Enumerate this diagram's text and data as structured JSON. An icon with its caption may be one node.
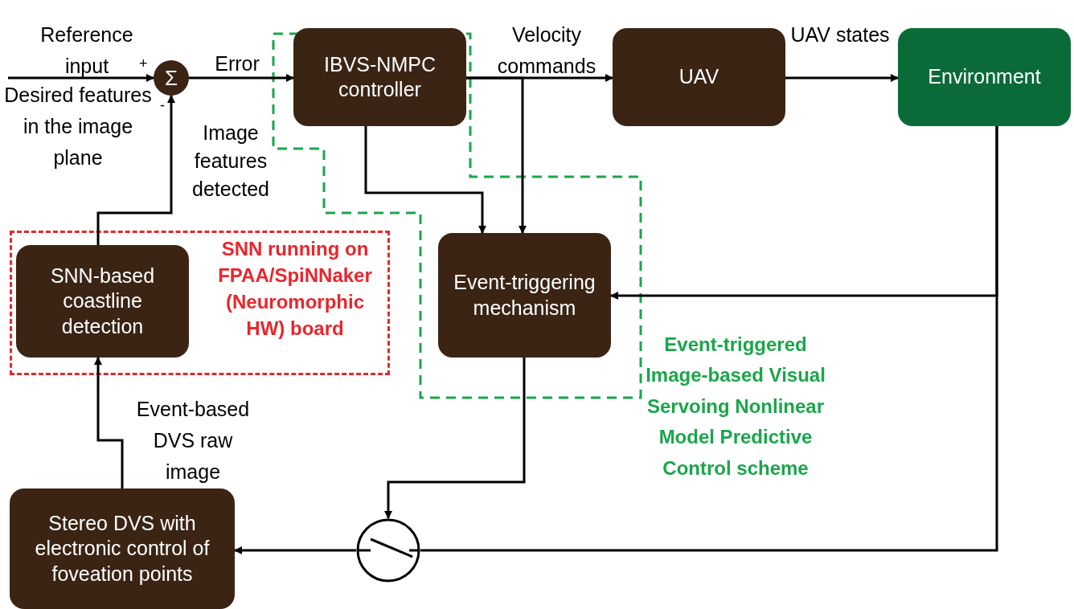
{
  "diagram": {
    "nodes": [
      {
        "text": [
          "Σ"
        ],
        "beside": [
          "+",
          "-"
        ]
      },
      {
        "text": [
          "IBVS-NMPC controller"
        ],
        "in": 4
      },
      {
        "text": [
          "UAV"
        ]
      },
      {
        "text": [
          "Environment"
        ]
      },
      {
        "text": [
          "Event-triggered Image-based Visual Servoing Nonlinear Model Predictive Control scheme"
        ]
      },
      {
        "text": [
          "SNN running on FPAA/SpiNNaker (Neuromorphic HW) board"
        ]
      },
      {
        "text": [
          "SNN-based coastline detection"
        ],
        "in": 5
      },
      {
        "text": [
          "Event-triggering mechanism"
        ],
        "in": 4
      },
      {
        "text": [],
        "shape": "circle"
      },
      {
        "text": [
          "Stereo DVS with electronic control of foveation points"
        ]
      }
    ],
    "edges": [
      {
        "from": null,
        "to": 0,
        "arrow": "to",
        "label": "Reference input"
      },
      {
        "from": 0,
        "to": 1,
        "arrow": "to",
        "label": "Error"
      },
      {
        "from": 1,
        "to": 2,
        "arrow": "to",
        "label": "Velocity commands"
      },
      {
        "from": 2,
        "to": 3,
        "arrow": "to",
        "label": "UAV states"
      },
      {
        "from": 1,
        "to": 7,
        "arrow": "to"
      },
      {
        "from": 1,
        "to": 7,
        "arrow": "to"
      },
      {
        "from": 3,
        "to": 7,
        "arrow": "to"
      },
      {
        "from": 3,
        "to": 8,
        "arrow": "none"
      },
      {
        "from": 8,
        "to": 9,
        "arrow": "to"
      },
      {
        "from": 7,
        "to": 8,
        "arrow": "to"
      },
      {
        "from": 9,
        "to": 6,
        "arrow": "to",
        "label": "Event-based DVS raw image"
      },
      {
        "from": 6,
        "to": 0,
        "arrow": "to",
        "label": "Image features detected"
      }
    ],
    "labels": [
      "Desired features in the image plane"
    ]
  }
}
